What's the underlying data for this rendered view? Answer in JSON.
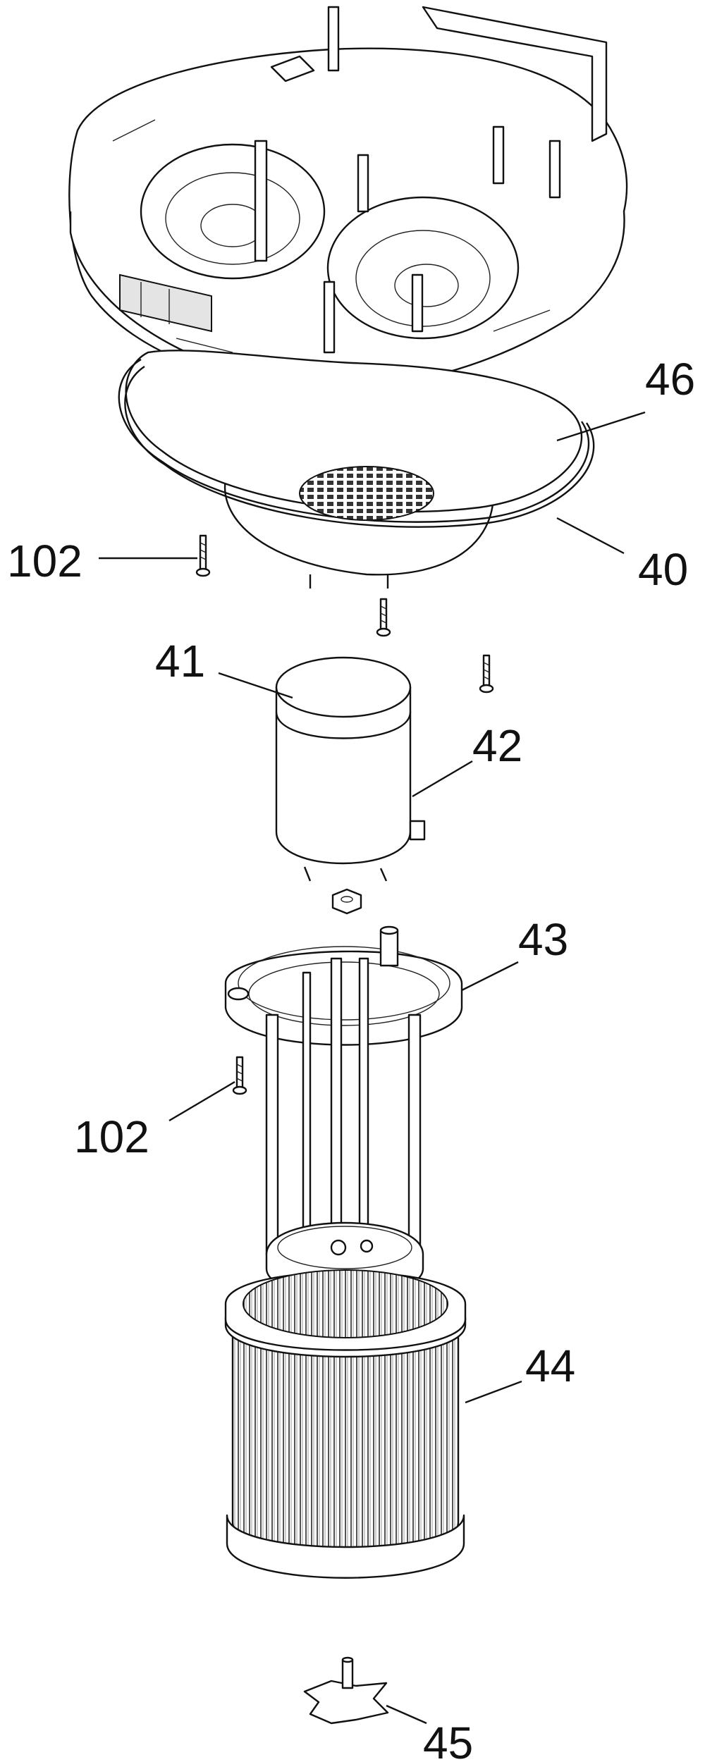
{
  "labels": {
    "l46": "46",
    "l40": "40",
    "l102a": "102",
    "l41": "41",
    "l42": "42",
    "l43": "43",
    "l102b": "102",
    "l44": "44",
    "l45": "45"
  }
}
